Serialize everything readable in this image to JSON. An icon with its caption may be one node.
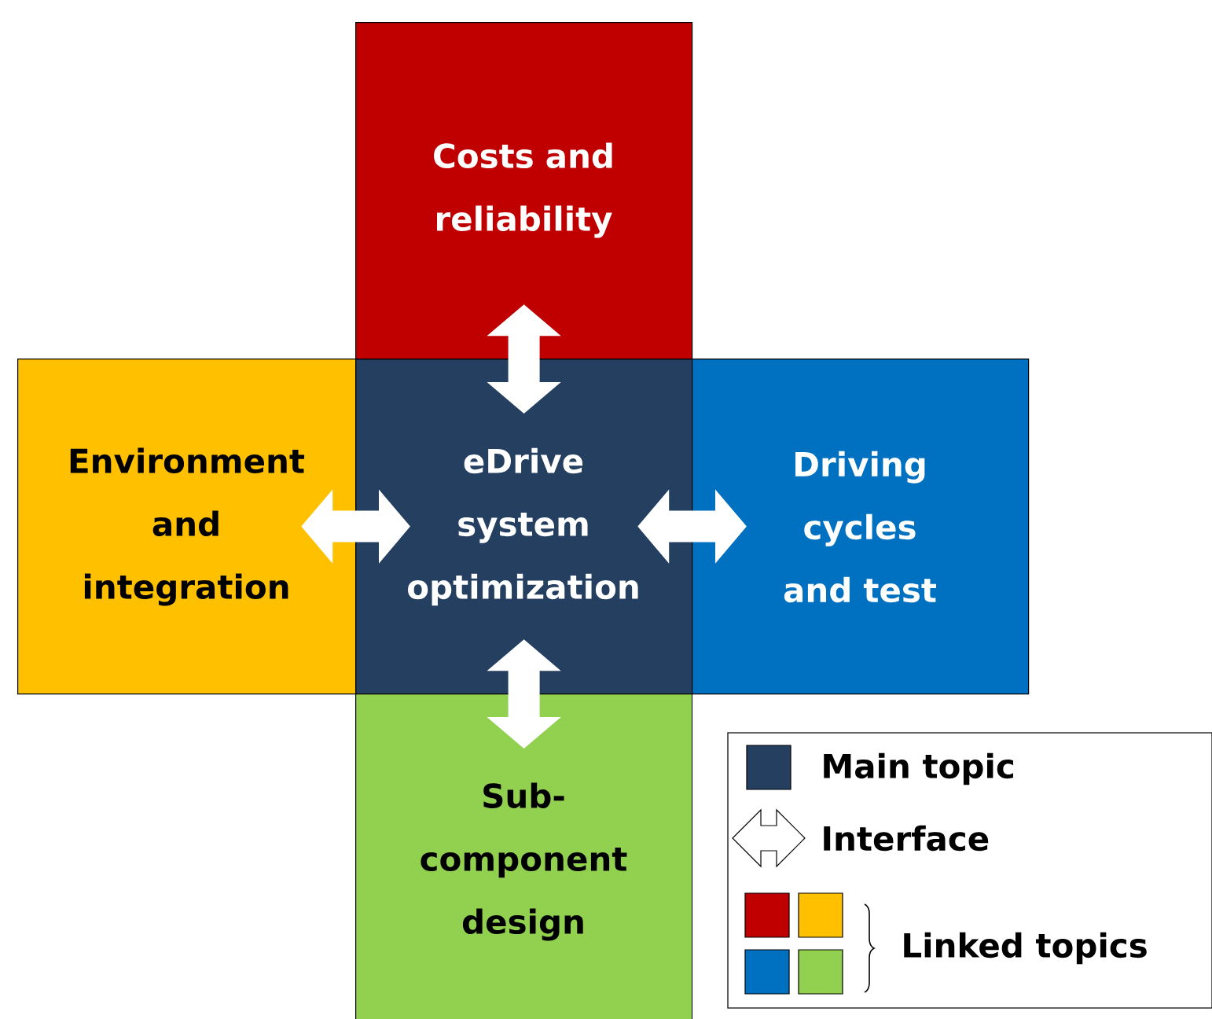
{
  "diagram": {
    "nodes": [
      {
        "text": [
          "eDrive system optimization"
        ]
      },
      {
        "text": [
          "Costs and reliability"
        ]
      },
      {
        "text": [
          "Environment and integration"
        ]
      },
      {
        "text": [
          "Driving cycles and test"
        ]
      },
      {
        "text": [
          "Sub-component design"
        ]
      }
    ],
    "edges": [
      {
        "from": 0,
        "to": 1,
        "arrow": "both"
      },
      {
        "from": 0,
        "to": 2,
        "arrow": "both"
      },
      {
        "from": 0,
        "to": 3,
        "arrow": "both"
      },
      {
        "from": 0,
        "to": 4,
        "arrow": "both"
      }
    ],
    "legend": [
      {
        "text": "Main topic",
        "color": "#243f60"
      },
      {
        "text": "Interface"
      },
      {
        "text": "Linked topics"
      }
    ]
  }
}
